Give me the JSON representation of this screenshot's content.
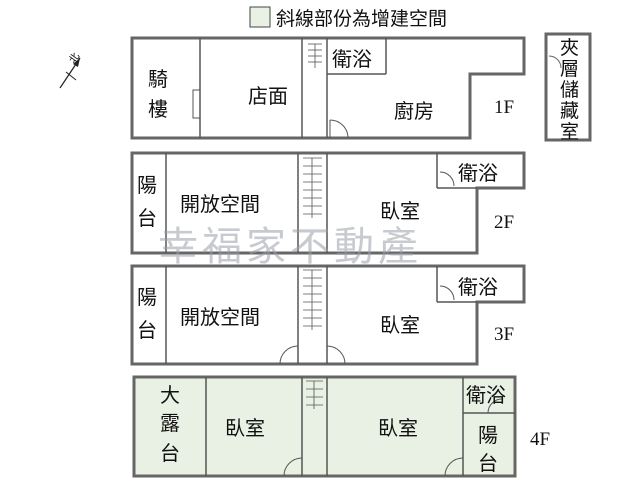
{
  "legend": {
    "text": "斜線部份為增建空間",
    "swatch_color": "#e9f1e4"
  },
  "compass": {
    "label": "北"
  },
  "floors": {
    "f1": {
      "label": "1F",
      "arcade": "騎樓",
      "shop": "店面",
      "bath": "衛浴",
      "kitchen": "廚房"
    },
    "f2": {
      "label": "2F",
      "balcony": "陽台",
      "open_space": "開放空間",
      "bedroom": "臥室",
      "bath": "衛浴"
    },
    "f3": {
      "label": "3F",
      "balcony": "陽台",
      "open_space": "開放空間",
      "bedroom": "臥室",
      "bath": "衛浴"
    },
    "f4": {
      "label": "4F",
      "terrace": "大露台",
      "bedroom_left": "臥室",
      "bedroom_right": "臥室",
      "bath": "衛浴",
      "balcony": "陽台"
    }
  },
  "mezzanine": {
    "label": "夾層儲藏室"
  },
  "watermark": "幸福家不動產"
}
